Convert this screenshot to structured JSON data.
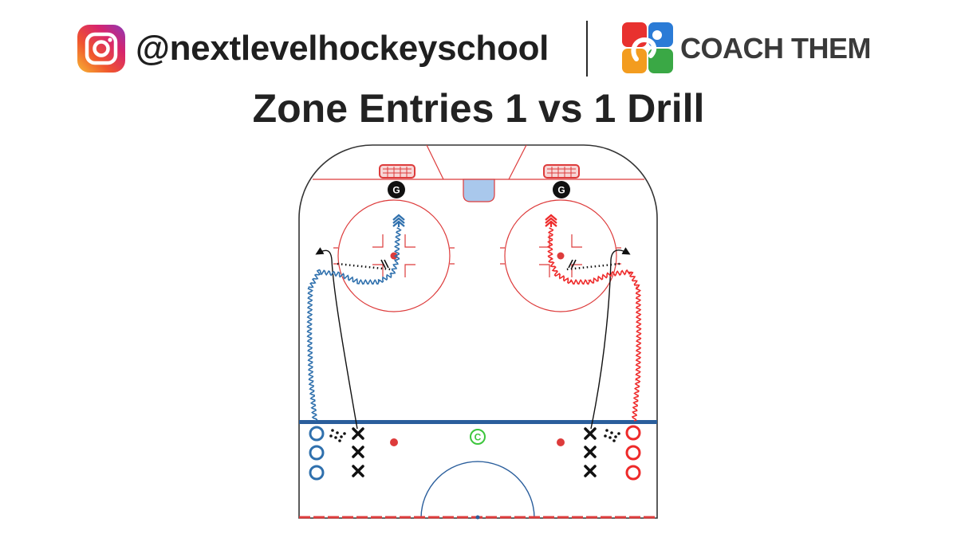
{
  "header": {
    "instagram_icon": "instagram-icon",
    "handle": "@nextlevelhockeyschool",
    "brand_logo": "coach-them-logo",
    "brand_name": "COACH THEM"
  },
  "title": "Zone Entries 1 vs 1 Drill",
  "diagram": {
    "goalie_label": "G",
    "coach_label": "C",
    "colors": {
      "rink_red": "#dd3b3b",
      "blue_line": "#2a5e9c",
      "blue_team": "#2f70ad",
      "red_team": "#ee2a2a",
      "crease": "#a9c8ec",
      "coach": "#3cc63c",
      "black": "#111111"
    }
  }
}
